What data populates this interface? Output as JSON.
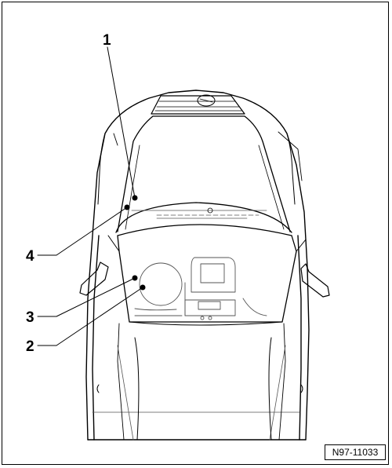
{
  "figure": {
    "reference_code": "N97-11033",
    "callouts": [
      {
        "number": "1"
      },
      {
        "number": "4"
      },
      {
        "number": "3"
      },
      {
        "number": "2"
      }
    ]
  },
  "colors": {
    "line": "#000000",
    "fill": "#ffffff",
    "detail": "#555555"
  }
}
